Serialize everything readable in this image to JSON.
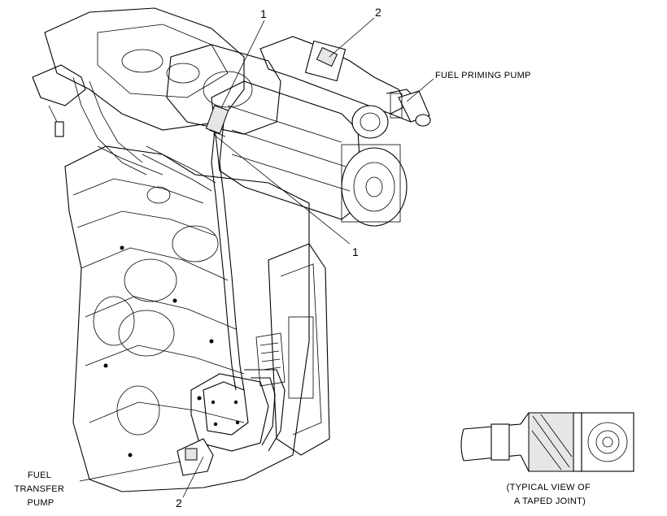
{
  "callouts": {
    "top_left": "1",
    "top_right": "2",
    "middle": "1",
    "bottom": "2"
  },
  "labels": {
    "fuel_priming_pump": "FUEL PRIMING PUMP",
    "fuel_transfer_pump": [
      "FUEL",
      "TRANSFER",
      "PUMP"
    ],
    "typical_view": [
      "(TYPICAL VIEW OF",
      "A TAPED JOINT)"
    ]
  }
}
